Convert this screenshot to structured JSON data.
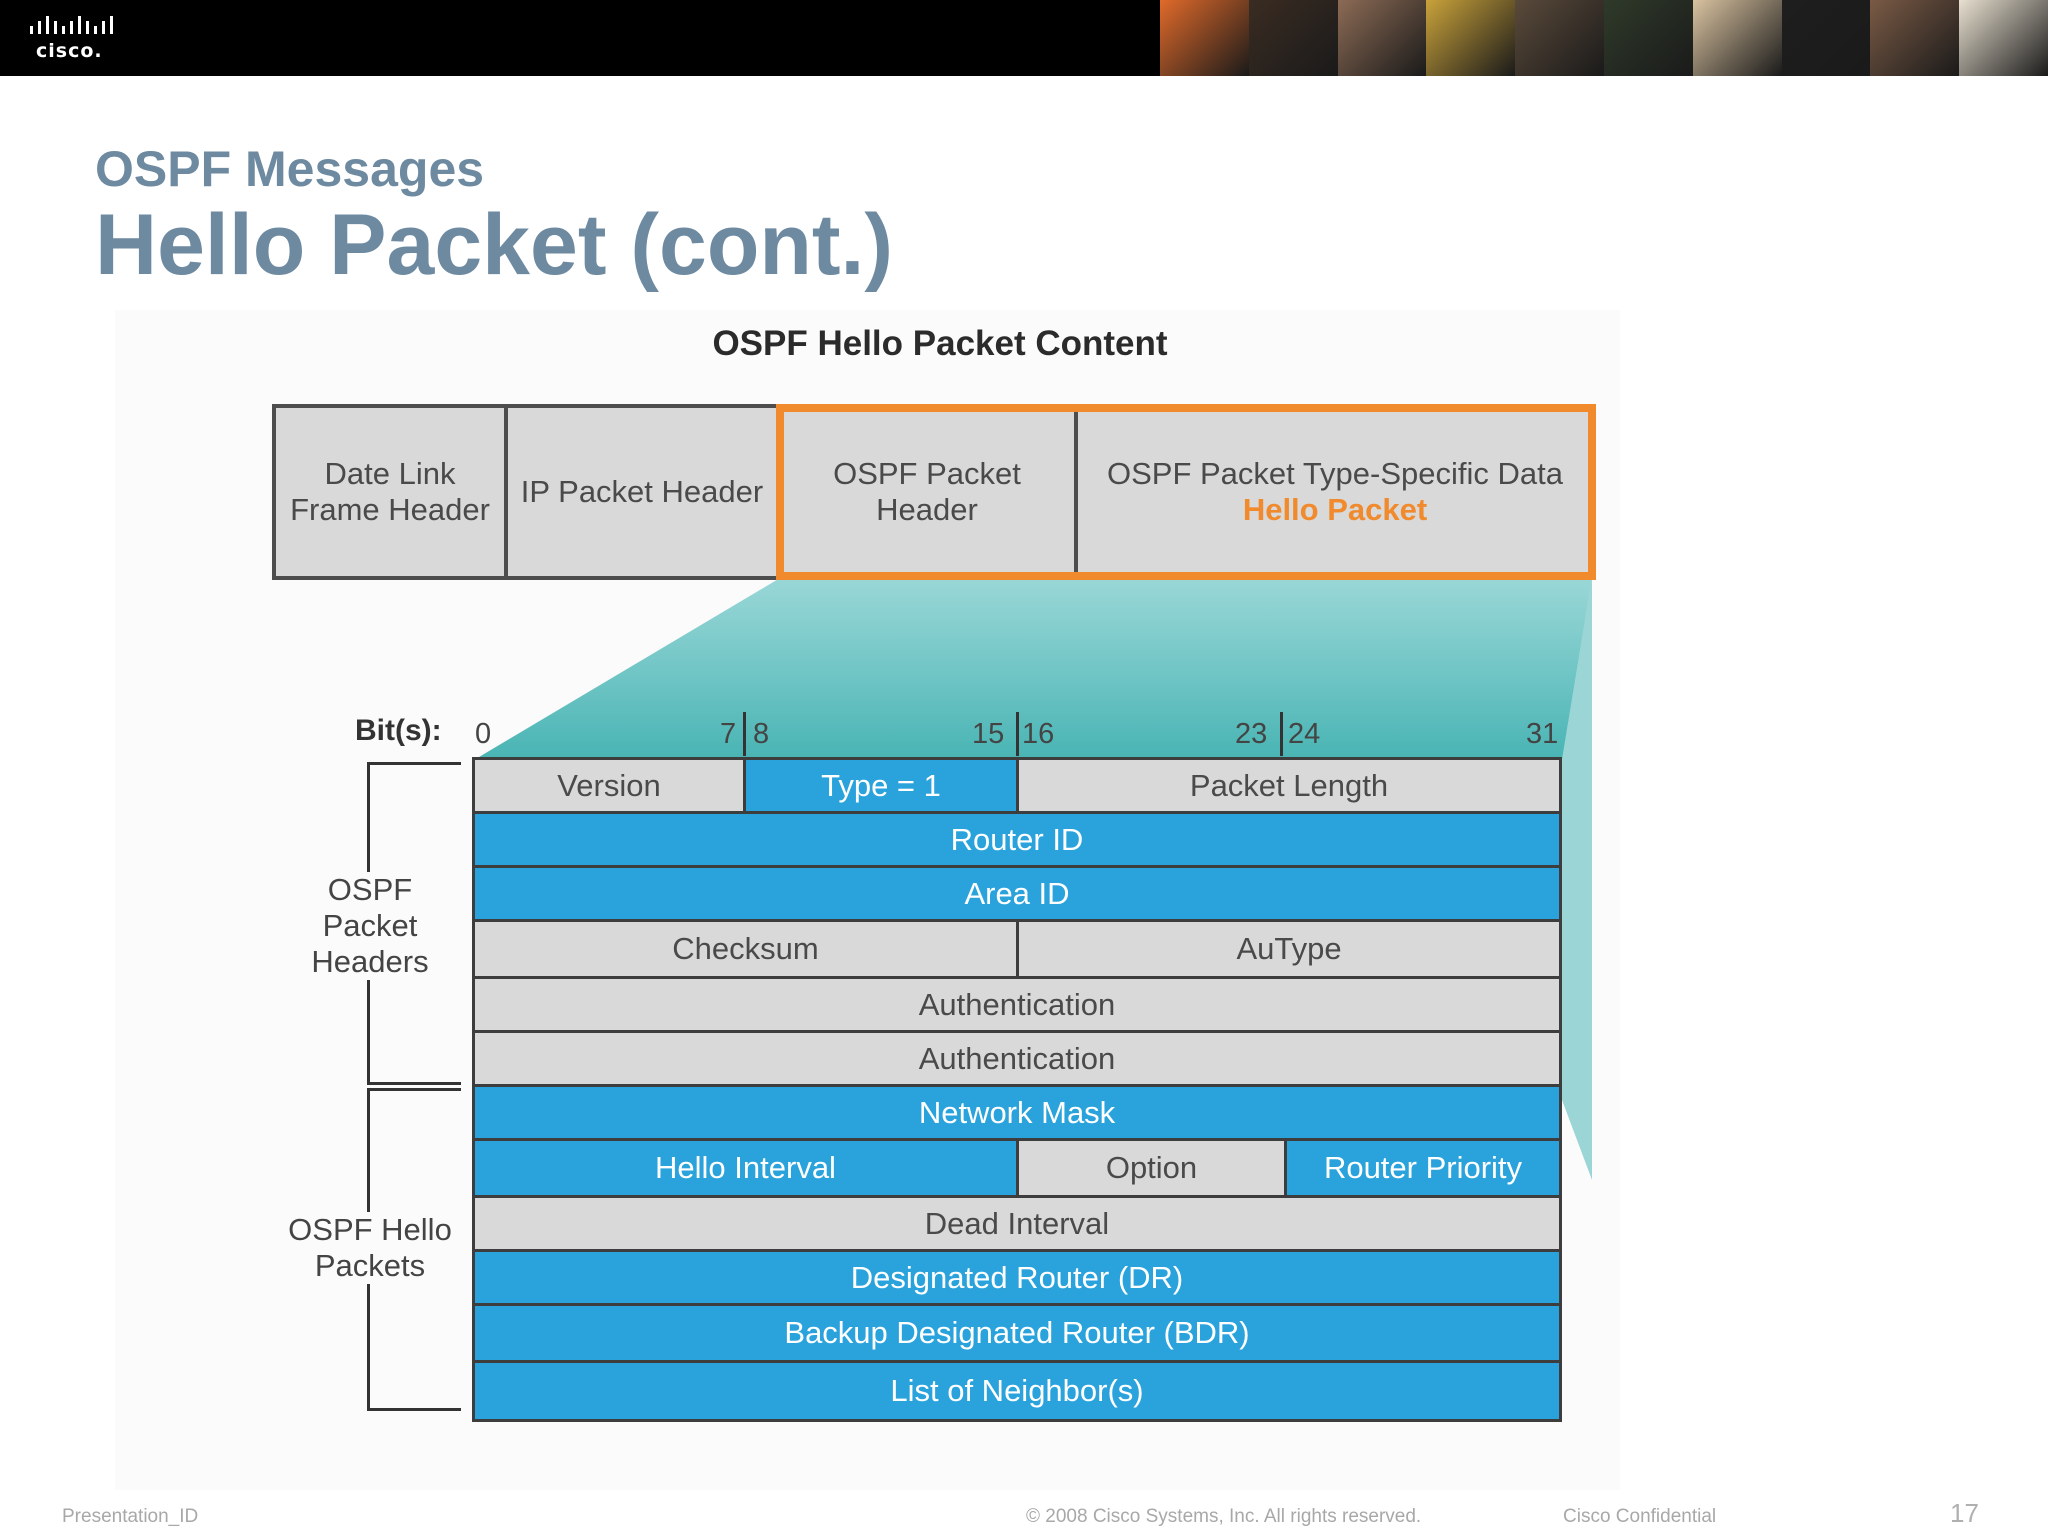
{
  "header": {
    "logo_text": "cisco.",
    "photo_colors": [
      "#e06a2a",
      "#3a2c22",
      "#8c6b55",
      "#c9a23a",
      "#5a4a3a",
      "#2f3a2a",
      "#d9c2a0",
      "#1e1e1e",
      "#7a5a45",
      "#e8e0d0"
    ]
  },
  "slide": {
    "subtitle": "OSPF Messages",
    "title": "Hello Packet (cont.)"
  },
  "diagram": {
    "title": "OSPF Hello Packet Content",
    "frame": {
      "data_link": "Date Link\nFrame Header",
      "ip_header": "IP Packet Header",
      "ospf_header": "OSPF Packet\nHeader",
      "type_specific": "OSPF Packet Type-Specific Data",
      "type_specific_highlight": "Hello Packet"
    },
    "bits": {
      "label": "Bit(s):",
      "b0": "0",
      "b7": "7",
      "b8": "8",
      "b15": "15",
      "b16": "16",
      "b23": "23",
      "b24": "24",
      "b31": "31"
    },
    "fields": {
      "version": "Version",
      "type": "Type = 1",
      "packet_length": "Packet Length",
      "router_id": "Router ID",
      "area_id": "Area ID",
      "checksum": "Checksum",
      "autype": "AuType",
      "authentication_1": "Authentication",
      "authentication_2": "Authentication",
      "network_mask": "Network Mask",
      "hello_interval": "Hello Interval",
      "option": "Option",
      "router_priority": "Router Priority",
      "dead_interval": "Dead Interval",
      "dr": "Designated Router (DR)",
      "bdr": "Backup Designated Router (BDR)",
      "neighbors": "List of Neighbor(s)"
    },
    "groups": {
      "headers": "OSPF\nPacket\nHeaders",
      "hello": "OSPF Hello\nPackets"
    },
    "colors": {
      "accent_orange": "#f08a2c",
      "field_blue": "#2aa3dd",
      "field_gray": "#d9d9d9",
      "title_blue_gray": "#6e8aa1"
    }
  },
  "footer": {
    "presentation_id": "Presentation_ID",
    "copyright": "© 2008 Cisco Systems, Inc. All rights reserved.",
    "confidential": "Cisco Confidential",
    "page_number": "17"
  }
}
